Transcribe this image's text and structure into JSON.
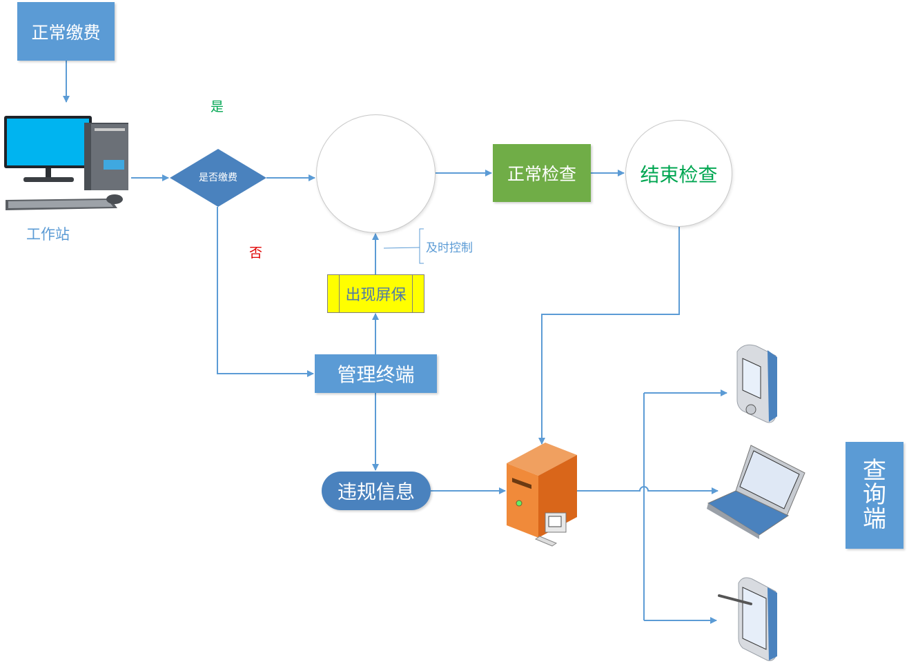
{
  "diagram": {
    "nodes": {
      "start": {
        "label": "正常缴费",
        "shape": "rectangle",
        "color": "#5b9bd5"
      },
      "workstation": {
        "label": "工作站",
        "icon": "desktop-computer-icon"
      },
      "decision": {
        "label": "是否缴费",
        "shape": "diamond",
        "color": "#4a82be"
      },
      "ultrasound": {
        "icon": "ultrasound-machine-icon",
        "shape": "circle"
      },
      "normal_exam": {
        "label": "正常检查",
        "shape": "rectangle",
        "color": "#70ad47"
      },
      "end_exam": {
        "label": "结束检查",
        "shape": "circle",
        "text_color": "#00a651"
      },
      "screensaver": {
        "label": "出现屏保",
        "shape": "process",
        "color": "#ffff00"
      },
      "management": {
        "label": "管理终端",
        "shape": "rectangle",
        "color": "#5b9bd5"
      },
      "violation": {
        "label": "违规信息",
        "shape": "rounded",
        "color": "#4a82be"
      },
      "server": {
        "icon": "server-icon"
      },
      "pda": {
        "icon": "pda-icon"
      },
      "laptop": {
        "icon": "laptop-icon"
      },
      "tablet": {
        "icon": "tablet-pen-icon"
      },
      "query": {
        "label_chars": [
          "查",
          "询",
          "端"
        ],
        "shape": "rectangle",
        "color": "#5b9bd5"
      }
    },
    "edge_labels": {
      "yes": "是",
      "no": "否",
      "timely_control": "及时控制"
    },
    "edges": [
      {
        "from": "start",
        "to": "workstation"
      },
      {
        "from": "workstation",
        "to": "decision"
      },
      {
        "from": "decision",
        "to": "ultrasound",
        "label": "是"
      },
      {
        "from": "decision",
        "to": "management",
        "label": "否"
      },
      {
        "from": "ultrasound",
        "to": "normal_exam"
      },
      {
        "from": "normal_exam",
        "to": "end_exam"
      },
      {
        "from": "end_exam",
        "to": "server"
      },
      {
        "from": "management",
        "to": "screensaver"
      },
      {
        "from": "screensaver",
        "to": "ultrasound",
        "annotation": "及时控制"
      },
      {
        "from": "management",
        "to": "violation"
      },
      {
        "from": "violation",
        "to": "server"
      },
      {
        "from": "server",
        "to": "pda"
      },
      {
        "from": "server",
        "to": "laptop"
      },
      {
        "from": "server",
        "to": "tablet"
      }
    ],
    "line_color": "#5b9bd5"
  }
}
